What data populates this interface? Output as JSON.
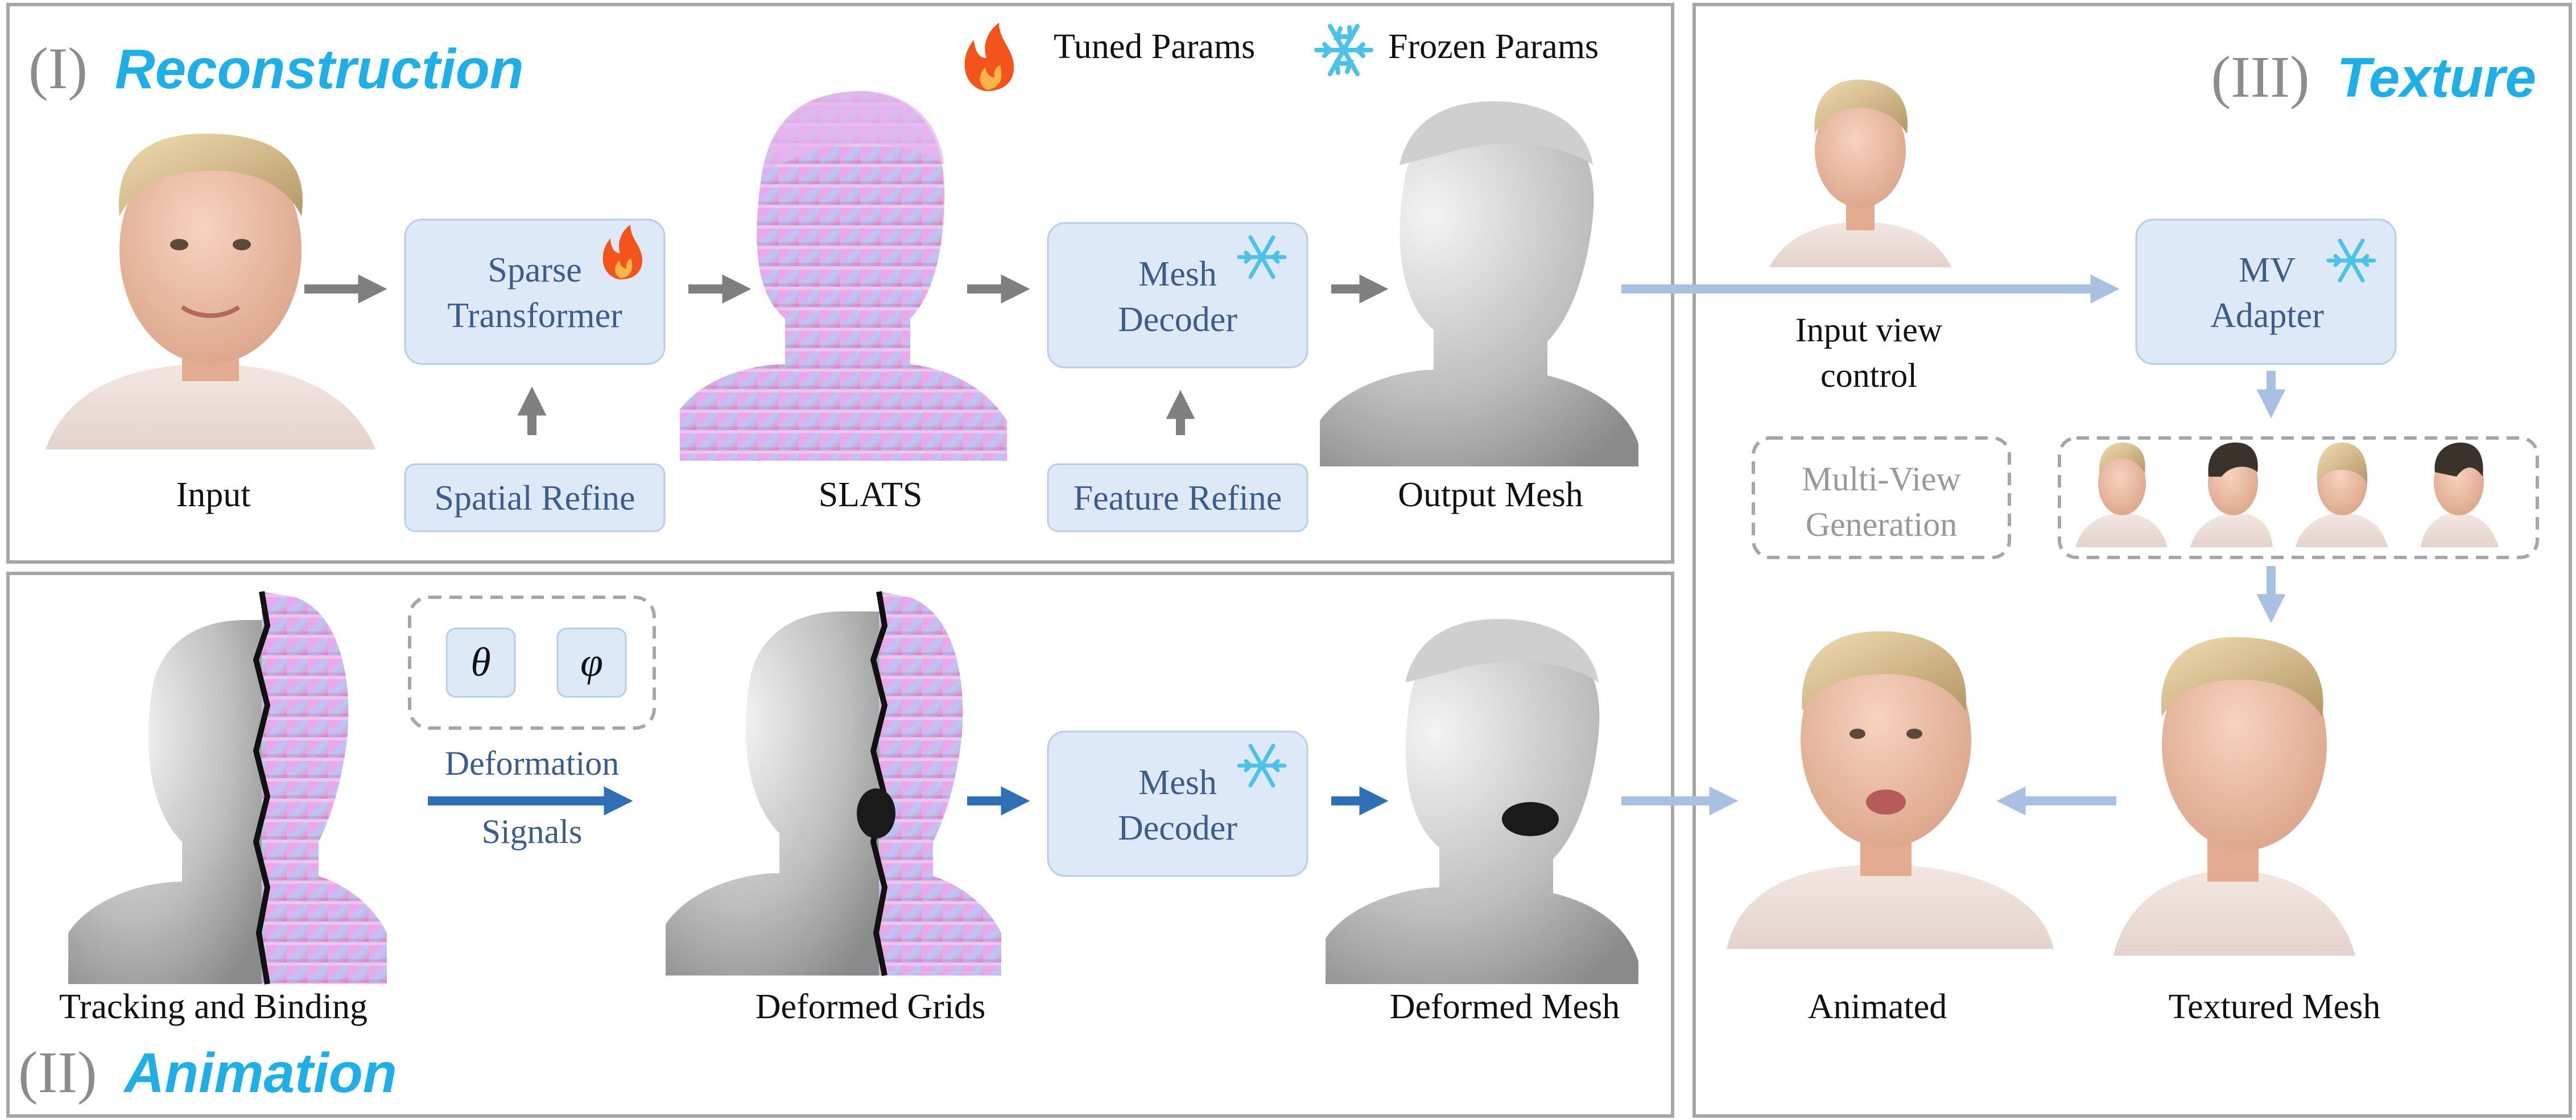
{
  "legend": {
    "tuned": "Tuned Params",
    "frozen": "Frozen Params",
    "tuned_icon": "flame-icon",
    "frozen_icon": "snowflake-icon"
  },
  "sections": {
    "reconstruction": {
      "numeral": "(I)",
      "name": "Reconstruction"
    },
    "animation": {
      "numeral": "(II)",
      "name": "Animation"
    },
    "texture": {
      "numeral": "(III)",
      "name": "Texture"
    }
  },
  "reconstruction": {
    "input_label": "Input",
    "sparse_transformer": [
      "Sparse",
      "Transformer"
    ],
    "spatial_refine": "Spatial Refine",
    "slats_label": "SLATS",
    "mesh_decoder": [
      "Mesh",
      "Decoder"
    ],
    "feature_refine": "Feature Refine",
    "output_label": "Output Mesh"
  },
  "animation": {
    "tracking_label": "Tracking and Binding",
    "theta": "θ",
    "phi": "φ",
    "deformation_signals": [
      "Deformation",
      "Signals"
    ],
    "deformed_grids_label": "Deformed Grids",
    "mesh_decoder": [
      "Mesh",
      "Decoder"
    ],
    "deformed_mesh_label": "Deformed Mesh"
  },
  "texture": {
    "input_view_control": [
      "Input view",
      "control"
    ],
    "mv_adapter": [
      "MV",
      "Adapter"
    ],
    "multi_view_generation": [
      "Multi-View",
      "Generation"
    ],
    "animated_label": "Animated",
    "textured_mesh_label": "Textured Mesh"
  },
  "colors": {
    "accent_blue": "#1eaee8",
    "box_fill": "#dde9f6",
    "box_text": "#3c5d8c",
    "gray_arrow": "#7f7f7f",
    "light_arrow": "#a9c0e2",
    "dark_arrow": "#2f6fb5",
    "flame": "#f2541b",
    "snow": "#4cc3e6"
  }
}
